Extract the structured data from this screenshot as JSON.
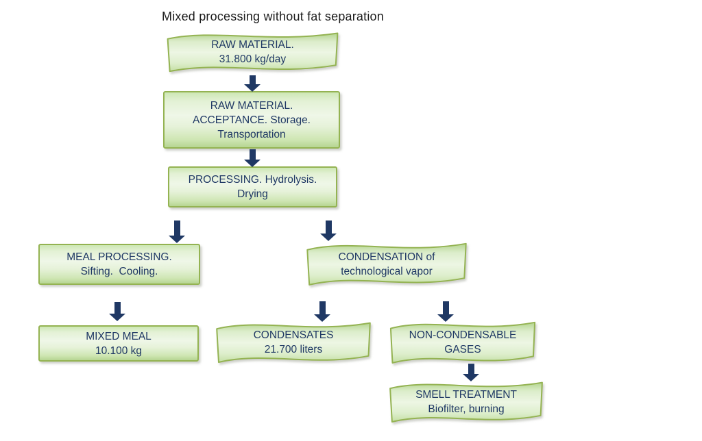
{
  "title": "Mixed processing without fat separation",
  "colors": {
    "box_border": "#94b352",
    "text_color": "#1f3864",
    "arrow_color": "#1f3864",
    "fill_light": "#eef6e6",
    "fill_dark": "#b9d795",
    "title_color": "#1c1c1c"
  },
  "nodes": [
    {
      "id": "raw-material",
      "shape": "wave",
      "lines": [
        "RAW MATERIAL.",
        "31.800 kg/day"
      ]
    },
    {
      "id": "acceptance",
      "shape": "rect",
      "lines": [
        "RAW MATERIAL.",
        "ACCEPTANCE. Storage.",
        "Transportation"
      ]
    },
    {
      "id": "processing",
      "shape": "rect",
      "lines": [
        "PROCESSING. Hydrolysis.",
        "Drying"
      ]
    },
    {
      "id": "meal-processing",
      "shape": "rect",
      "lines": [
        "MEAL PROCESSING.",
        "Sifting.  Cooling."
      ]
    },
    {
      "id": "condensation",
      "shape": "wave",
      "lines": [
        "CONDENSATION of",
        "technological vapor"
      ]
    },
    {
      "id": "mixed-meal",
      "shape": "rect",
      "lines": [
        "MIXED MEAL",
        "10.100 kg"
      ]
    },
    {
      "id": "condensates",
      "shape": "wave",
      "lines": [
        "CONDENSATES",
        "21.700 liters"
      ]
    },
    {
      "id": "non-condensable-gases",
      "shape": "wave",
      "lines": [
        "NON-CONDENSABLE",
        "GASES"
      ]
    },
    {
      "id": "smell-treatment",
      "shape": "wave",
      "lines": [
        "SMELL TREATMENT",
        "Biofilter, burning"
      ]
    }
  ],
  "edges": [
    {
      "from": "raw-material",
      "to": "acceptance"
    },
    {
      "from": "acceptance",
      "to": "processing"
    },
    {
      "from": "processing",
      "to": "meal-processing"
    },
    {
      "from": "processing",
      "to": "condensation"
    },
    {
      "from": "meal-processing",
      "to": "mixed-meal"
    },
    {
      "from": "condensation",
      "to": "condensates"
    },
    {
      "from": "condensation",
      "to": "non-condensable-gases"
    },
    {
      "from": "non-condensable-gases",
      "to": "smell-treatment"
    }
  ]
}
